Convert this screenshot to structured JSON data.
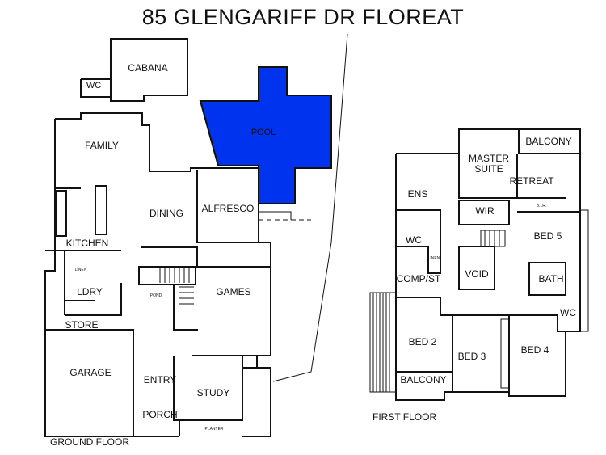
{
  "title": "85 GLENGARIFF DR FLOREAT",
  "colors": {
    "pool": "#0033ee",
    "lines": "#111111",
    "background": "#ffffff"
  },
  "ground_floor": {
    "caption": "GROUND FLOOR",
    "rooms": {
      "cabana": "CABANA",
      "wc": "WC",
      "pool": "POOL",
      "family": "FAMILY",
      "dining": "DINING",
      "alfresco": "ALFRESCO",
      "kitchen": "KITCHEN",
      "ldry": "LDRY",
      "games": "GAMES",
      "store": "STORE",
      "garage": "GARAGE",
      "entry": "ENTRY",
      "study": "STUDY",
      "porch": "PORCH",
      "pond": "POND",
      "planter": "PLANTER",
      "linen": "LINEN"
    }
  },
  "first_floor": {
    "caption": "FIRST FLOOR",
    "rooms": {
      "balcony_top": "BALCONY",
      "master_suite": "MASTER\nSUITE",
      "master": "MASTER",
      "suite": "SUITE",
      "retreat": "RETREAT",
      "ens": "ENS",
      "wir": "WIR",
      "bed5": "BED 5",
      "wc1": "WC",
      "comp_st": "COMP/ST",
      "void": "VOID",
      "bath": "BATH",
      "wc2": "WC",
      "bed2": "BED 2",
      "bed3": "BED 3",
      "bed4": "BED 4",
      "balcony_bottom": "BALCONY",
      "bir": "B.I.R.",
      "linen": "LINEN"
    }
  }
}
